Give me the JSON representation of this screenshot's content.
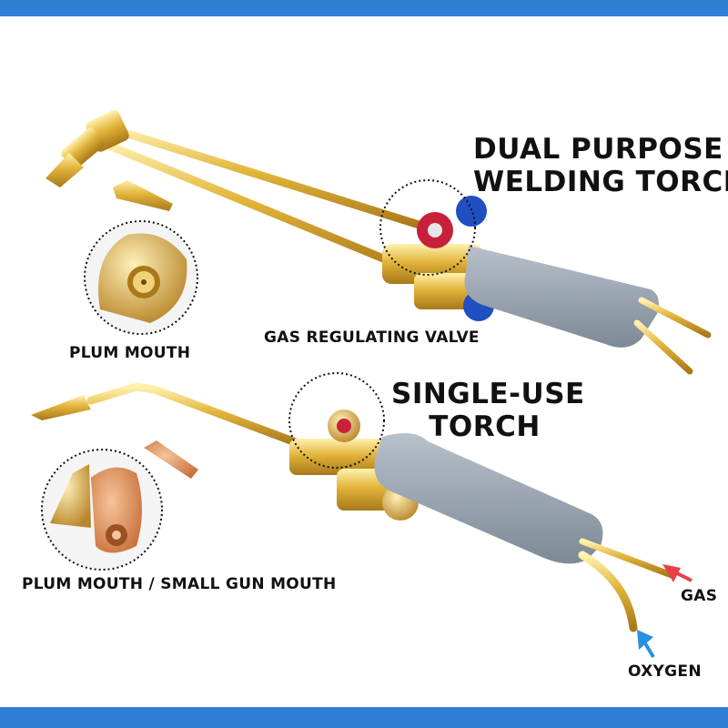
{
  "headings": {
    "dual_line1": "DUAL PURPOSE",
    "dual_line2": "WELDING TORCH",
    "single_line1": "SINGLE-USE",
    "single_line2": "TORCH"
  },
  "callouts": {
    "plum_mouth": "PLUM MOUTH",
    "gas_regulating_valve": "GAS REGULATING VALVE",
    "plum_small_gun": "PLUM MOUTH / SMALL GUN MOUTH",
    "gas": "GAS",
    "oxygen": "OXYGEN"
  },
  "colors": {
    "border_bar": "#2f7fd6",
    "brass": "#e2b43a",
    "handle_gray": "#8e9aa7",
    "valve_red": "#c8203a",
    "valve_blue": "#1f4fc0",
    "gas_arrow": "#e8404a",
    "oxygen_arrow": "#2a8fe0"
  }
}
